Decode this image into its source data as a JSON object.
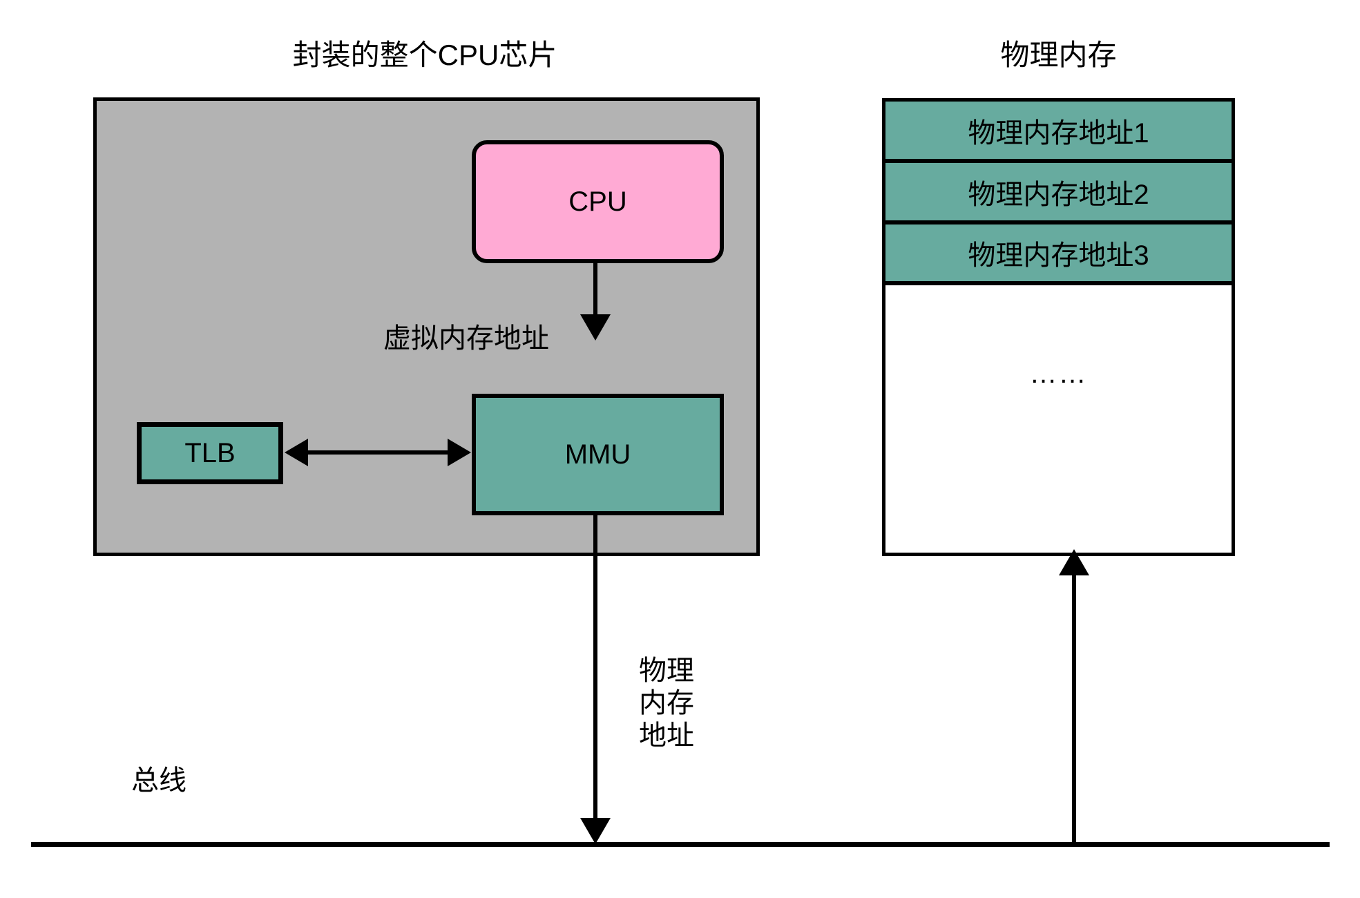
{
  "diagram": {
    "titles": {
      "cpu_package": "封装的整个CPU芯片",
      "physical_memory": "物理内存"
    },
    "cpu_package": {
      "cpu_label": "CPU",
      "mmu_label": "MMU",
      "tlb_label": "TLB",
      "virtual_address_label": "虚拟内存地址"
    },
    "physical_memory": {
      "rows": [
        {
          "label": "物理内存地址1"
        },
        {
          "label": "物理内存地址2"
        },
        {
          "label": "物理内存地址3"
        }
      ],
      "ellipsis": "……"
    },
    "connectors": {
      "physical_address_label_line1": "物理",
      "physical_address_label_line2": "内存",
      "physical_address_label_line3": "地址"
    },
    "bus": {
      "label": "总线"
    },
    "colors": {
      "package_fill": "#B3B3B3",
      "cpu_fill": "#FFAAD4",
      "mmu_fill": "#67AB9F",
      "tlb_fill": "#67AB9F",
      "memory_row_fill": "#67AB9F",
      "memory_empty_fill": "#FFFFFF",
      "stroke": "#000000",
      "background": "#FFFFFF"
    }
  }
}
